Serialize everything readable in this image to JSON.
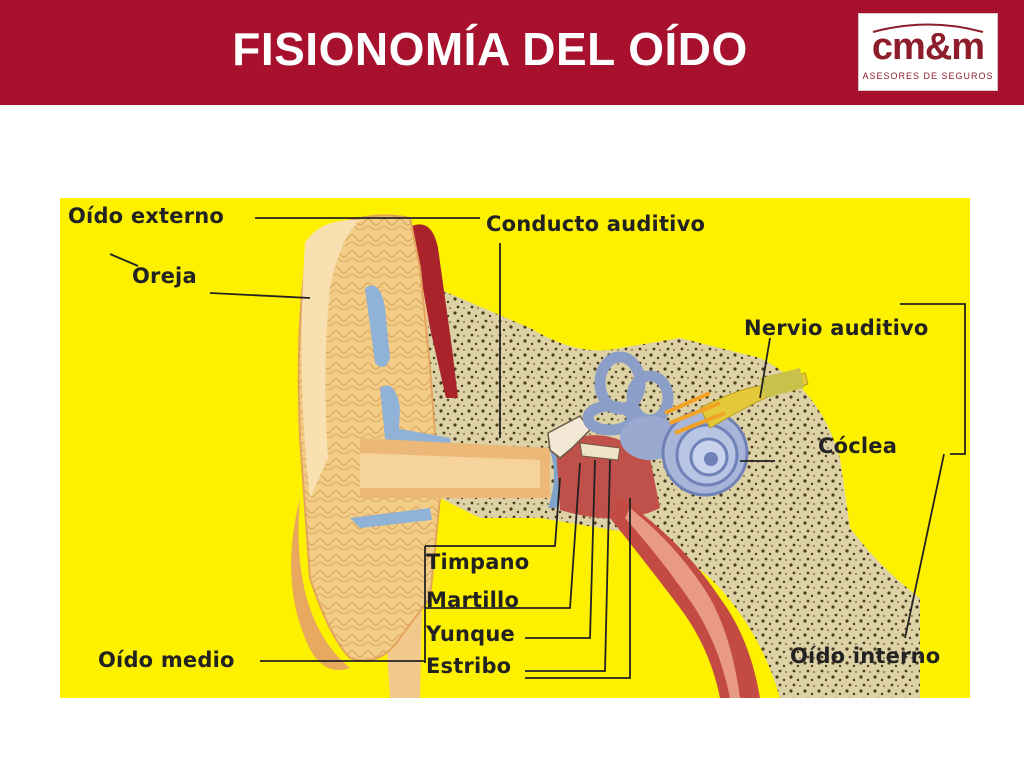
{
  "header": {
    "title": "FISIONOMÍA DEL OÍDO",
    "background_color": "#a8112e"
  },
  "logo": {
    "main": "cm&m",
    "subtitle": "ASESORES DE SEGUROS",
    "color": "#8e1d2c"
  },
  "diagram": {
    "background_color": "#fdf100",
    "labels": {
      "oido_externo": "Oído externo",
      "oreja": "Oreja",
      "conducto_auditivo": "Conducto auditivo",
      "nervio_auditivo": "Nervio auditivo",
      "coclea": "Cóclea",
      "timpano": "Timpano",
      "martillo": "Martillo",
      "yunque": "Yunque",
      "estribo": "Estribo",
      "oido_medio": "Oído medio",
      "oido_interno": "Oído interno"
    }
  }
}
